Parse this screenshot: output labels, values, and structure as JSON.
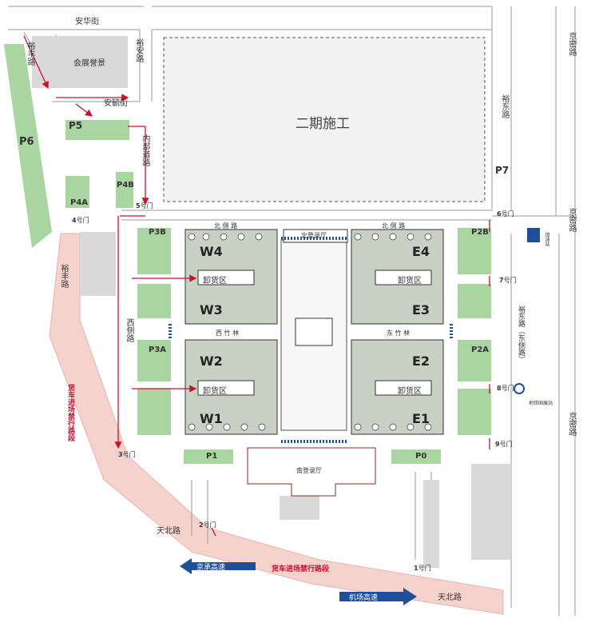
{
  "roads": {
    "anhua": "安华街",
    "yuan": "裕安路",
    "anhui": "安毓街",
    "yufeng": "裕丰路",
    "yudong": "裕东路",
    "jingmi_1": "京密路",
    "jingmi_2": "京密路",
    "jingmi_3": "京密路",
    "yudong_east": "裕东路（东侧路）",
    "tianbei_1": "天北路",
    "tianbei_2": "天北路",
    "inner": "内部道路",
    "north_side_1": "北 侧 路",
    "north_side_2": "北 侧 路",
    "west_side": "西侧路",
    "truck_ban_1": "货车进场禁行路段",
    "truck_ban_2": "货车进场禁行路段",
    "jingcheng": "京承高速",
    "airport": "机场高速"
  },
  "areas": {
    "huizhan": "会展誉景",
    "phase2": "二期施工",
    "north_hall": "北登录厅",
    "south_hall": "南登录厅",
    "west_bamboo": "西 竹 林",
    "east_bamboo": "东 竹 林",
    "gas_station": "加油站",
    "metro": "地铁国展站"
  },
  "halls": [
    "W4",
    "W3",
    "W2",
    "W1",
    "E4",
    "E3",
    "E2",
    "E1"
  ],
  "unloading": "卸货区",
  "parking": [
    "P6",
    "P5",
    "P4A",
    "P4B",
    "P7",
    "P3B",
    "P2B",
    "P3A",
    "P2A",
    "P1",
    "P0"
  ],
  "gates": {
    "suffix": "号门",
    "numbers": [
      "1",
      "2",
      "3",
      "4",
      "5",
      "6",
      "7",
      "8",
      "9"
    ]
  },
  "colors": {
    "parking_green": "#a8d5a0",
    "hall_gray": "#c9d0c4",
    "road_pink": "#f5d2cc",
    "parking_icon": "#1f4f9a",
    "restricted_route": "#c4122f"
  }
}
